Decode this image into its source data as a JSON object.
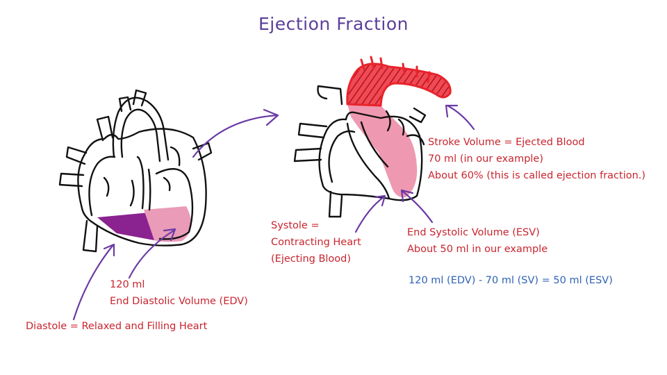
{
  "title": "Ejection Fraction",
  "colors": {
    "title": "#5b3f9a",
    "label_red": "#c8252f",
    "equation_blue": "#2f62b4",
    "arrow_purple": "#6a3aa4",
    "blood_edv_dark": "#8a2390",
    "blood_edv_light": "#e99bb8",
    "blood_esv": "#ef98b2",
    "aorta_red": "#e8242c"
  },
  "labels": {
    "edv": [
      "120 ml",
      "End Diastolic Volume (EDV)"
    ],
    "diastole": "Diastole = Relaxed and Filling Heart",
    "systole": [
      "Systole =",
      "Contracting Heart",
      "(Ejecting Blood)"
    ],
    "esv": [
      "End Systolic Volume (ESV)",
      "About 50 ml in our example"
    ],
    "stroke_volume": [
      "Stroke Volume = Ejected Blood",
      "70 ml (in our example)",
      "About 60% (this is called ejection fraction.)"
    ],
    "equation": "120 ml (EDV) - 70 ml (SV) = 50 ml (ESV)"
  }
}
